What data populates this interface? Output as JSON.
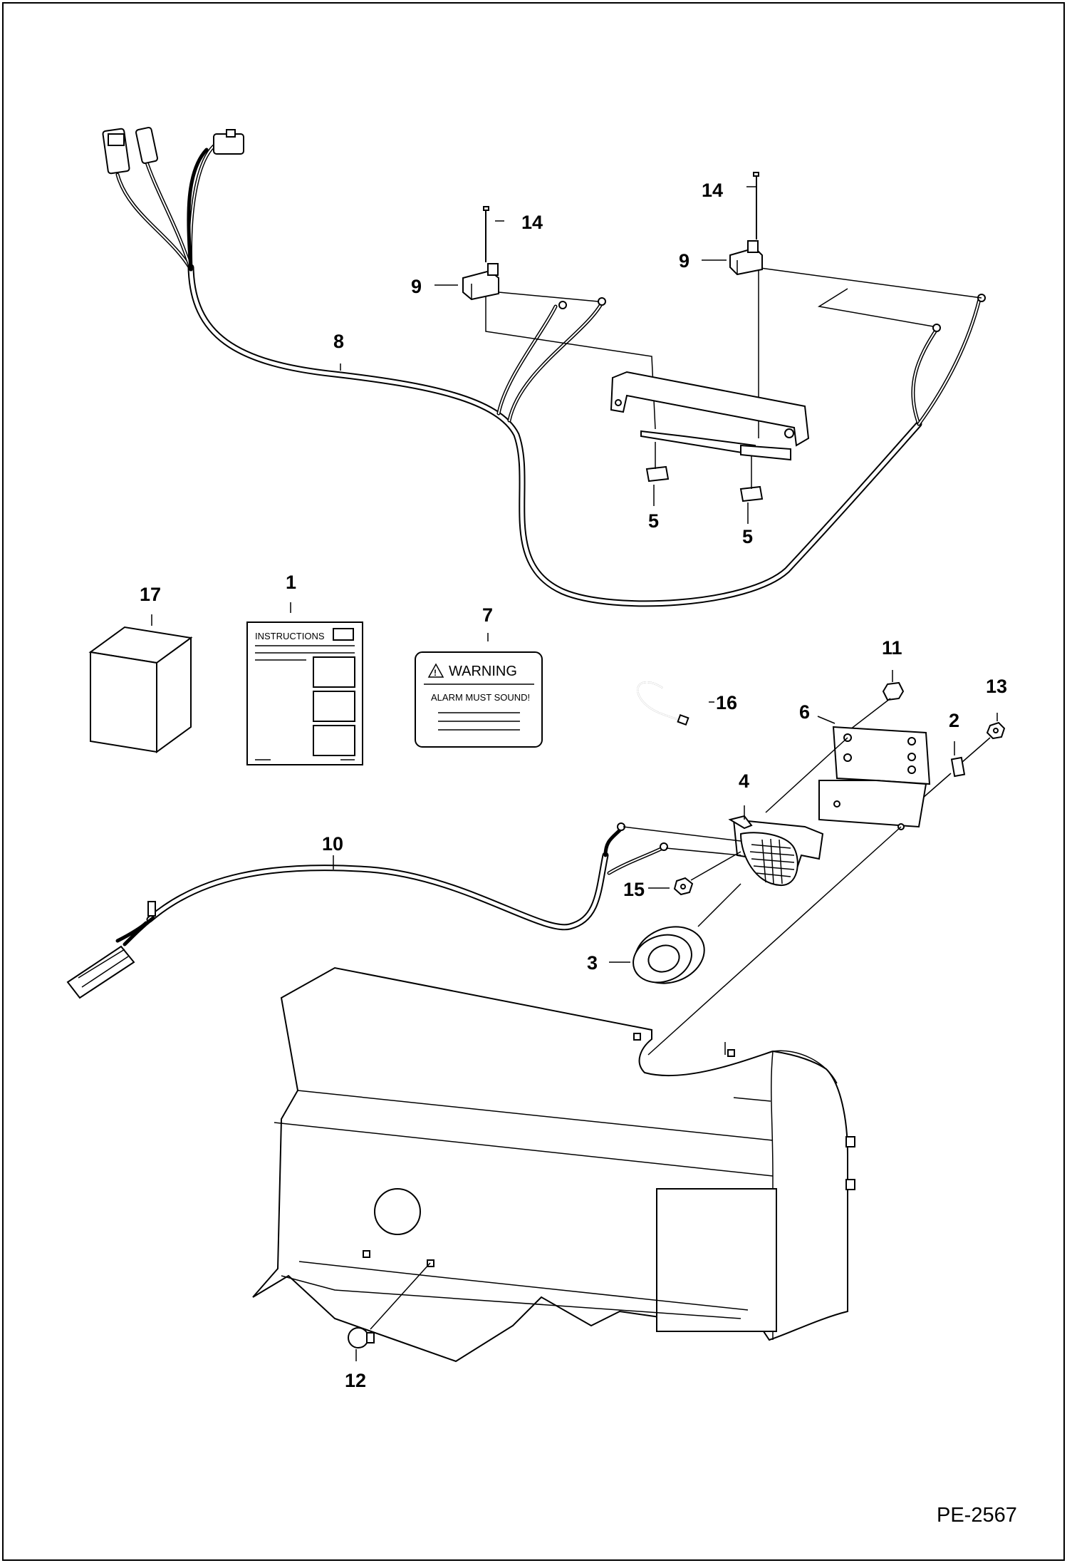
{
  "diagram": {
    "callouts": [
      "1",
      "2",
      "3",
      "4",
      "5",
      "6",
      "7",
      "8",
      "9",
      "10",
      "11",
      "12",
      "13",
      "14",
      "15",
      "16",
      "17"
    ],
    "instruction_sheet_title": "INSTRUCTIONS",
    "warning_decal": {
      "title": "WARNING",
      "subtitle": "ALARM MUST SOUND!"
    },
    "drawing_code": "PE-2567"
  }
}
